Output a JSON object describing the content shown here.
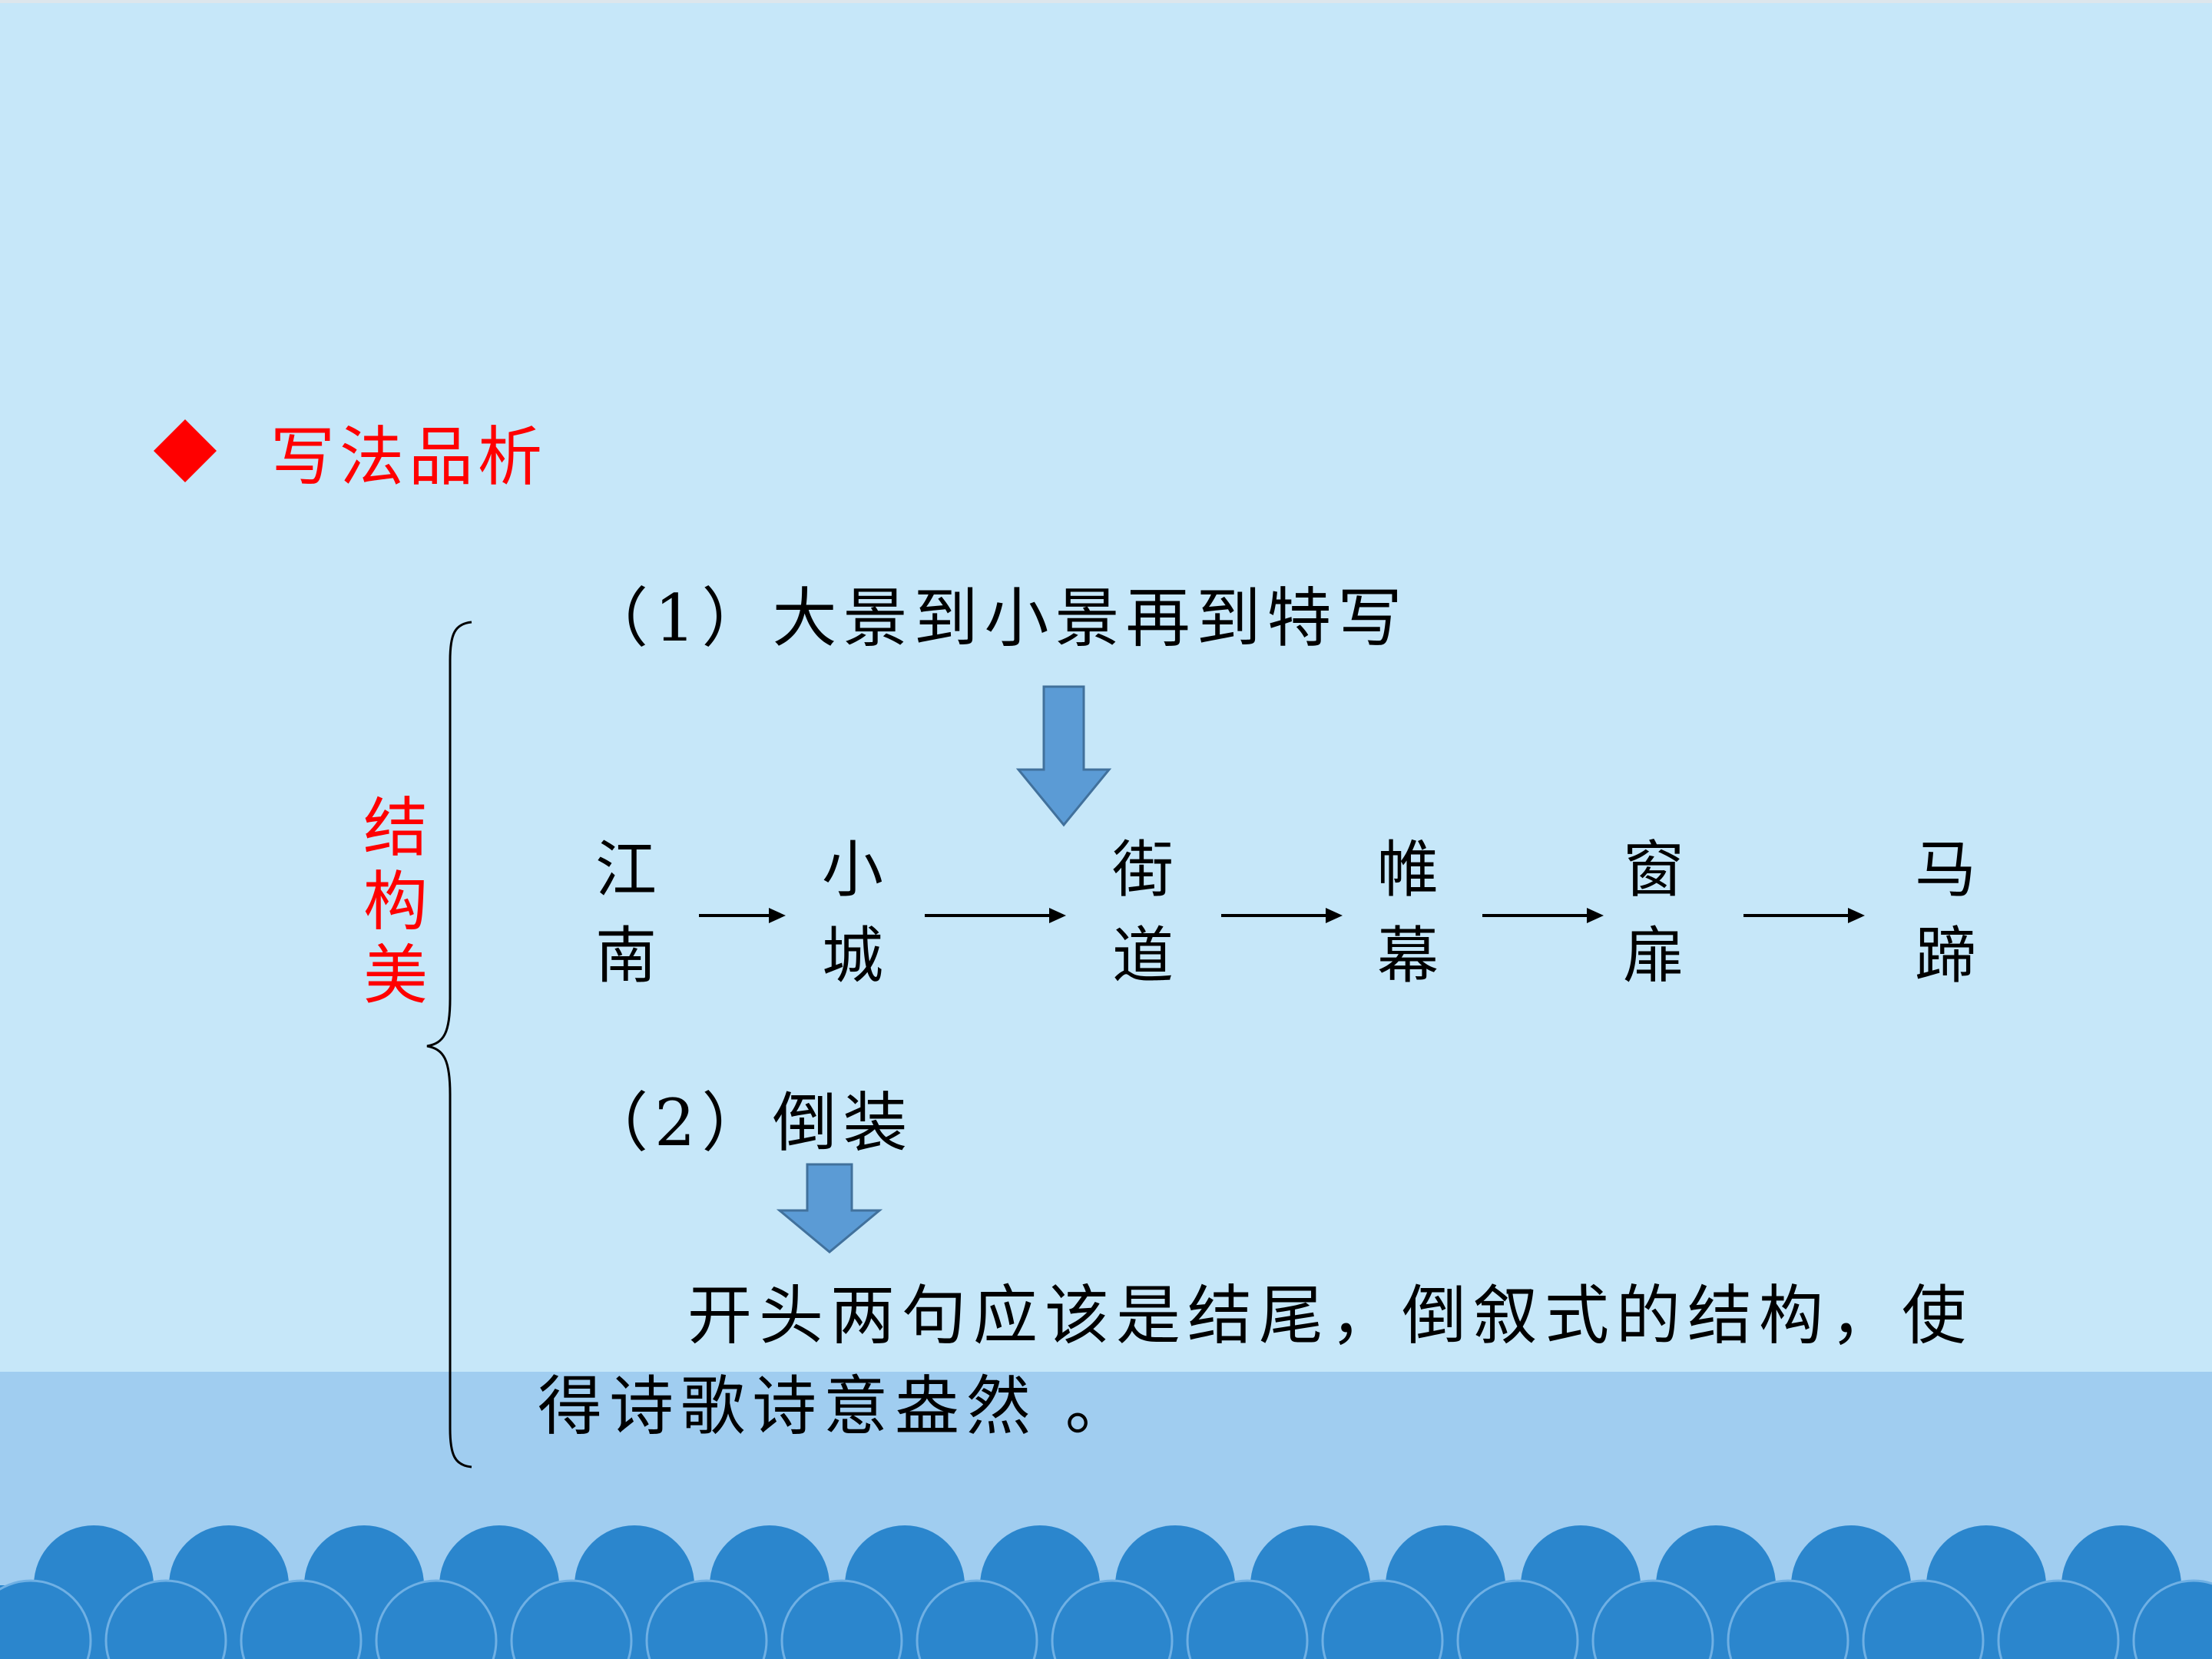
{
  "heading": {
    "text": "写法品析"
  },
  "category_label": [
    "结",
    "构",
    "美"
  ],
  "step1": {
    "text": "（1）大景到小景再到特写"
  },
  "chain": [
    {
      "top": "江",
      "bottom": "南"
    },
    {
      "top": "小",
      "bottom": "城"
    },
    {
      "top": "街",
      "bottom": "道"
    },
    {
      "top": "帷",
      "bottom": "幕"
    },
    {
      "top": "窗",
      "bottom": "扉"
    },
    {
      "top": "马",
      "bottom": "蹄"
    }
  ],
  "step2": {
    "text": "（2）倒装"
  },
  "description": {
    "line1": "开头两句应该是结尾，倒叙式的结构，使",
    "line2": "得诗歌诗意盎然 。"
  },
  "colors": {
    "background": "#c6e7f9",
    "band": "#a0cdf0",
    "waves": "#2b86cd",
    "accent_red": "#ff0000",
    "block_arrow": "#5b9bd5"
  }
}
